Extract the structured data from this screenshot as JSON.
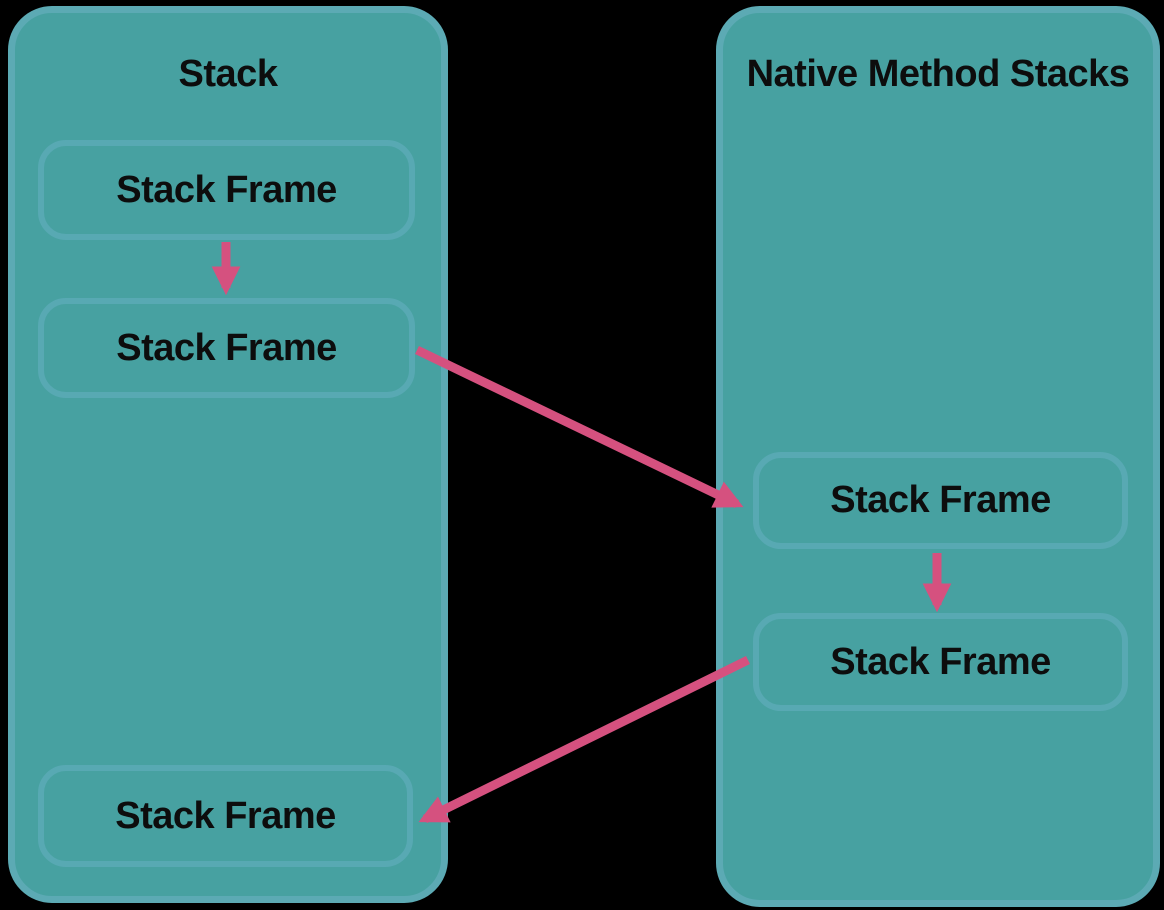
{
  "colors": {
    "canvas-bg": "#000000",
    "panel-fill": "#47A1A1",
    "panel-border": "#5CAAB4",
    "frame-border": "#58A9B3",
    "arrow": "#D5517F",
    "label-text": "#0D0D0D"
  },
  "diagram": {
    "panels": [
      {
        "title": "Stack",
        "frames": [
          "Stack Frame",
          "Stack Frame",
          "Stack Frame"
        ]
      },
      {
        "title": "Native Method Stacks",
        "frames": [
          "Stack Frame",
          "Stack Frame"
        ]
      }
    ],
    "arrows": [
      {
        "name": "arrow-stack-frame1-to-stack-frame2"
      },
      {
        "name": "arrow-stack-frame2-to-native-frame1"
      },
      {
        "name": "arrow-native-frame1-to-native-frame2"
      },
      {
        "name": "arrow-native-frame2-to-stack-frame3"
      }
    ]
  }
}
